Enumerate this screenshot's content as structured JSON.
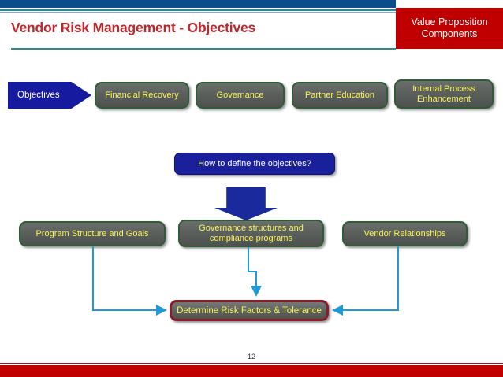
{
  "slide": {
    "title": "Vendor Risk Management - Objectives",
    "banner_line1": "Value Proposition",
    "banner_line2": "Components",
    "page_number": "12",
    "colors": {
      "top_bar_blue": "#0a4d8c",
      "banner_red": "#c00000",
      "title_red": "#c0272d",
      "teal_rule": "#2e8b93",
      "box_gray": "#5c605c",
      "box_border_green": "#2f5b36",
      "box_text_yellow": "#f7f35c",
      "navy": "#1a1f9c",
      "connector_blue": "#1f9ad6",
      "red_border": "#8b1a2b"
    }
  },
  "objectives_row": {
    "lead_label": "Objectives",
    "items": [
      {
        "label": "Financial Recovery"
      },
      {
        "label": "Governance"
      },
      {
        "label": "Partner Education"
      },
      {
        "label": "Internal Process Enhancement"
      }
    ]
  },
  "question": {
    "label": "How to define the objectives?"
  },
  "approach_row": {
    "items": [
      {
        "label": "Program Structure and Goals"
      },
      {
        "label": "Governance structures and compliance programs"
      },
      {
        "label": "Vendor Relationships"
      }
    ]
  },
  "outcome": {
    "label": "Determine Risk Factors & Tolerance"
  }
}
